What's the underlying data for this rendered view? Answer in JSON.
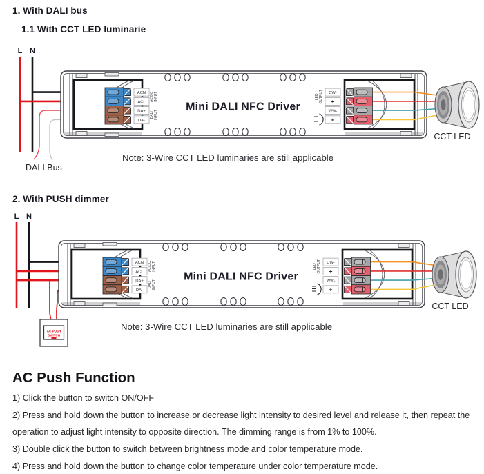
{
  "sections": {
    "s1": {
      "heading": "1. With DALI bus",
      "subheading": "1.1 With CCT LED luminarie",
      "note": "Note: 3-Wire CCT LED luminaries are still applicable"
    },
    "s2": {
      "heading": "2. With PUSH dimmer",
      "note": "Note: 3-Wire CCT LED luminaries are still applicable"
    }
  },
  "driver": {
    "title": "Mini DALI NFC Driver",
    "inputs": [
      "ACN",
      "ACL",
      "DA+",
      "DA-"
    ],
    "input_groups": {
      "power": [
        "AC/DC",
        "INPUT"
      ],
      "dali": [
        "DALI",
        "INPUT"
      ]
    },
    "outputs": [
      "CW-",
      "+",
      "WW-",
      "+"
    ],
    "output_group": [
      "LED",
      "OUTPUT"
    ]
  },
  "wiring": {
    "live": "L",
    "neutral": "N",
    "dali_bus": "DALI Bus",
    "cct_led": "CCT LED",
    "push_switch": [
      "AC PUSH",
      "SWITCH"
    ]
  },
  "ac_push": {
    "title": "AC Push Function",
    "lines": [
      "1) Click the button to switch ON/OFF",
      "2) Press and hold down the button to increase or decrease light intensity to desired level and release it, then repeat the",
      "operation to adjust light intensity to opposite direction. The dimming range is from 1% to 100%.",
      "3) Double click the button to switch between brightness mode and color temperature mode.",
      "4) Press and hold down the button to change color temperature under color temperature mode."
    ]
  },
  "colors": {
    "live_wire": "#e0161c",
    "neutral_wire": "#17171b",
    "dali_bus_red": "#ee464c",
    "dali_bus_gray": "#c4c4c4",
    "terminal_blue": "#3e87c6",
    "terminal_brown": "#9e6046",
    "output_gray": "#a6a6a6",
    "output_red": "#e4606c",
    "wire_orange": "#f29022",
    "wire_red": "#e03030",
    "wire_teal": "#44a0ac",
    "wire_yellow": "#f5c437"
  }
}
